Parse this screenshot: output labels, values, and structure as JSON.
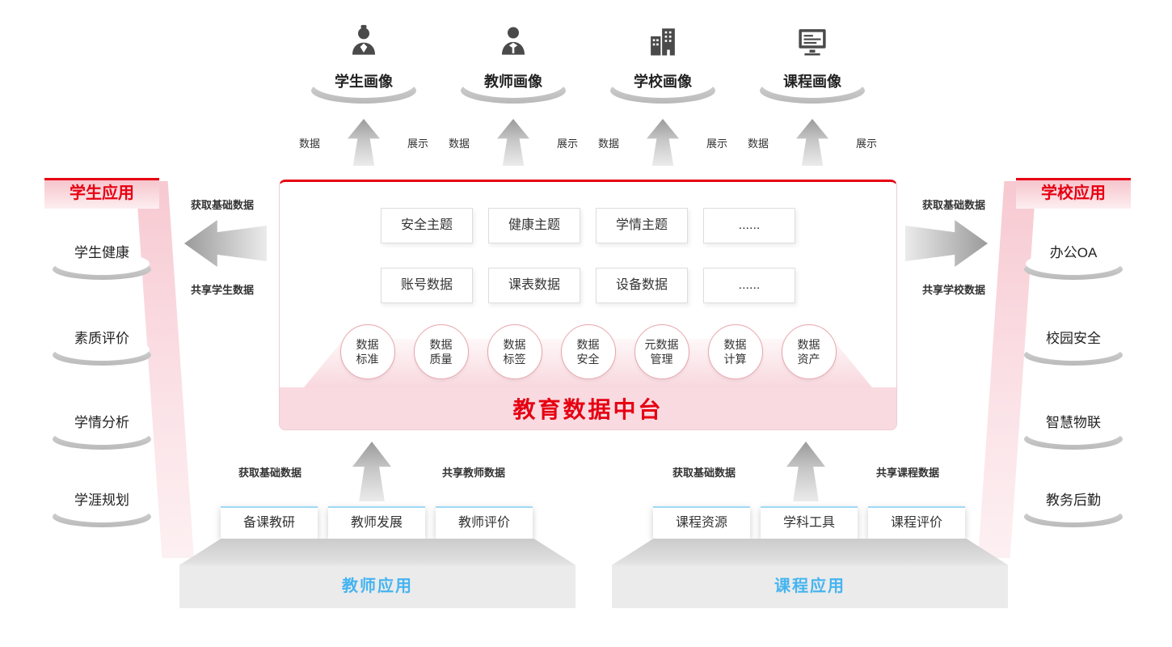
{
  "portraits": [
    {
      "label": "学生画像",
      "arrow_left": "数据",
      "arrow_right": "展示"
    },
    {
      "label": "教师画像",
      "arrow_left": "数据",
      "arrow_right": "展示"
    },
    {
      "label": "学校画像",
      "arrow_left": "数据",
      "arrow_right": "展示"
    },
    {
      "label": "课程画像",
      "arrow_left": "数据",
      "arrow_right": "展示"
    }
  ],
  "center": {
    "platform_title": "教育数据中台",
    "theme_boxes": [
      "安全主题",
      "健康主题",
      "学情主题",
      "......"
    ],
    "data_boxes": [
      "账号数据",
      "课表数据",
      "设备数据",
      "......"
    ],
    "circles": [
      "数据\n标准",
      "数据\n质量",
      "数据\n标签",
      "数据\n安全",
      "元数据\n管理",
      "数据\n计算",
      "数据\n资产"
    ]
  },
  "left_panel": {
    "title": "学生应用",
    "items": [
      "学生健康",
      "素质评价",
      "学情分析",
      "学涯规划"
    ],
    "top_label": "获取基础数据",
    "bottom_label": "共享学生数据"
  },
  "right_panel": {
    "title": "学校应用",
    "items": [
      "办公OA",
      "校园安全",
      "智慧物联",
      "教务后勤"
    ],
    "top_label": "获取基础数据",
    "bottom_label": "共享学校数据"
  },
  "teacher_panel": {
    "title": "教师应用",
    "items": [
      "备课教研",
      "教师发展",
      "教师评价"
    ],
    "left_label": "获取基础数据",
    "right_label": "共享教师数据"
  },
  "course_panel": {
    "title": "课程应用",
    "items": [
      "课程资源",
      "学科工具",
      "课程评价"
    ],
    "left_label": "获取基础数据",
    "right_label": "共享课程数据"
  },
  "colors": {
    "brand_red": "#e60012",
    "pink_bar": "#f9dae0",
    "app_blue": "#45b4f0",
    "arrow_gray": "#9a9a9a"
  }
}
